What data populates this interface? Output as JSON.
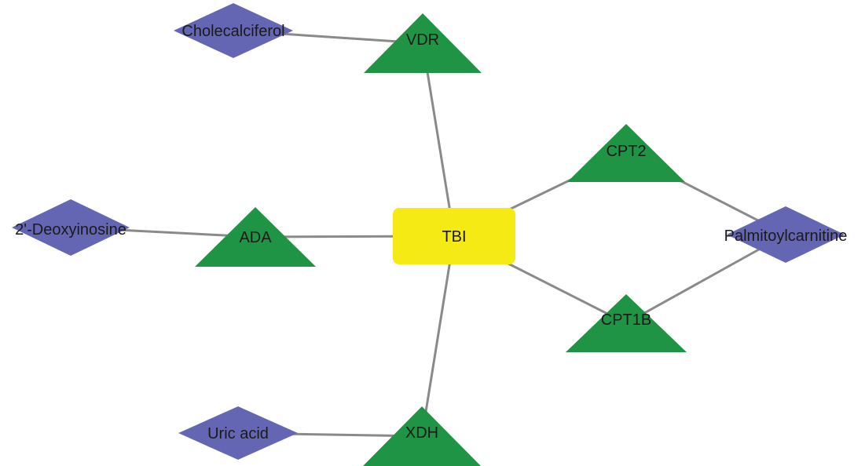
{
  "colors": {
    "hub": "#f5ea14",
    "gene": "#1e9444",
    "metabolite": "#6566b3",
    "edge": "#8a8a8a"
  },
  "nodes": [
    {
      "id": "tbi",
      "label": "TBI",
      "kind": "hub",
      "shape": "rounded-rect"
    },
    {
      "id": "vdr",
      "label": "VDR",
      "kind": "gene",
      "shape": "triangle"
    },
    {
      "id": "cpt2",
      "label": "CPT2",
      "kind": "gene",
      "shape": "triangle"
    },
    {
      "id": "ada",
      "label": "ADA",
      "kind": "gene",
      "shape": "triangle"
    },
    {
      "id": "cpt1b",
      "label": "CPT1B",
      "kind": "gene",
      "shape": "triangle"
    },
    {
      "id": "xdh",
      "label": "XDH",
      "kind": "gene",
      "shape": "triangle"
    },
    {
      "id": "cholecalciferol",
      "label": "Cholecalciferol",
      "kind": "metabolite",
      "shape": "diamond"
    },
    {
      "id": "deoxyinosine",
      "label": "2'-Deoxyinosine",
      "kind": "metabolite",
      "shape": "diamond"
    },
    {
      "id": "palmitoylcarnitine",
      "label": "Palmitoylcarnitine",
      "kind": "metabolite",
      "shape": "diamond"
    },
    {
      "id": "uric-acid",
      "label": "Uric acid",
      "kind": "metabolite",
      "shape": "diamond"
    }
  ],
  "edges": [
    [
      "tbi",
      "vdr"
    ],
    [
      "tbi",
      "cpt2"
    ],
    [
      "tbi",
      "ada"
    ],
    [
      "tbi",
      "cpt1b"
    ],
    [
      "tbi",
      "xdh"
    ],
    [
      "vdr",
      "cholecalciferol"
    ],
    [
      "ada",
      "deoxyinosine"
    ],
    [
      "cpt2",
      "palmitoylcarnitine"
    ],
    [
      "cpt1b",
      "palmitoylcarnitine"
    ],
    [
      "xdh",
      "uric-acid"
    ]
  ]
}
